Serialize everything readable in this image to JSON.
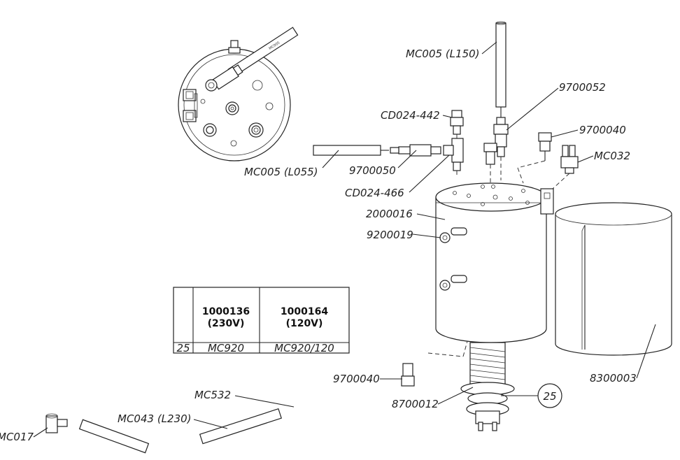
{
  "labels": {
    "mc005_l150": "MC005 (L150)",
    "p9700052": "9700052",
    "cd024_442": "CD024-442",
    "p9700040_top": "9700040",
    "mc032": "MC032",
    "mc005_l055": "MC005 (L055)",
    "p9700050": "9700050",
    "cd024_466": "CD024-466",
    "p2000016": "2000016",
    "p9200019": "9200019",
    "p9700040_bottom": "9700040",
    "p8700012": "8700012",
    "p8300003": "8300003",
    "mc532": "MC532",
    "mc043_l230": "MC043 (L230)",
    "mc017": "MC017"
  },
  "callout": "25",
  "table": {
    "headers": [
      {
        "code": "1000136",
        "voltage": "(230V)"
      },
      {
        "code": "1000164",
        "voltage": "(120V)"
      }
    ],
    "row": {
      "ref": "25",
      "values": [
        "MC920",
        "MC920/120"
      ]
    }
  },
  "tube_print": "MC005"
}
